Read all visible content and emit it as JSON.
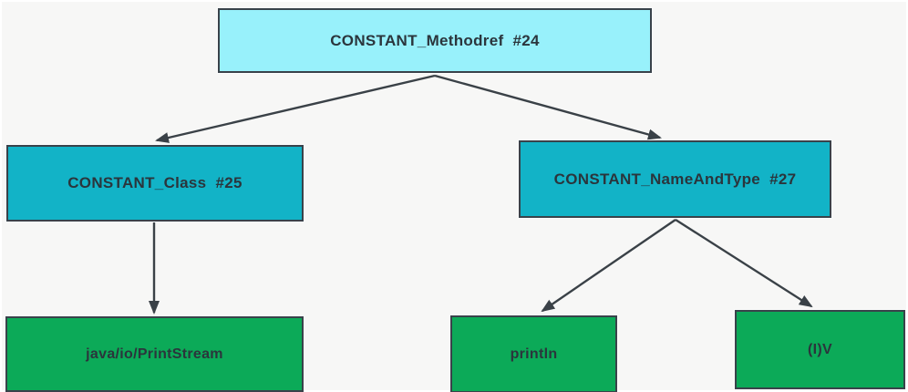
{
  "diagram": {
    "colors": {
      "background": "#f7f7f6",
      "root_fill": "#98f1fb",
      "branch_fill": "#12b3c7",
      "leaf_fill": "#0caa58",
      "stroke": "#3a4147",
      "text": "#2b353c"
    },
    "nodes": {
      "methodref": {
        "label": "CONSTANT_Methodref  #24"
      },
      "class": {
        "label": "CONSTANT_Class  #25"
      },
      "name_and_type": {
        "label": "CONSTANT_NameAndType  #27"
      },
      "printstream": {
        "label": "java/io/PrintStream"
      },
      "println": {
        "label": "println"
      },
      "descriptor": {
        "label": "(I)V"
      }
    },
    "edges": [
      {
        "from": "methodref",
        "to": "class"
      },
      {
        "from": "methodref",
        "to": "name_and_type"
      },
      {
        "from": "class",
        "to": "printstream"
      },
      {
        "from": "name_and_type",
        "to": "println"
      },
      {
        "from": "name_and_type",
        "to": "descriptor"
      }
    ]
  }
}
